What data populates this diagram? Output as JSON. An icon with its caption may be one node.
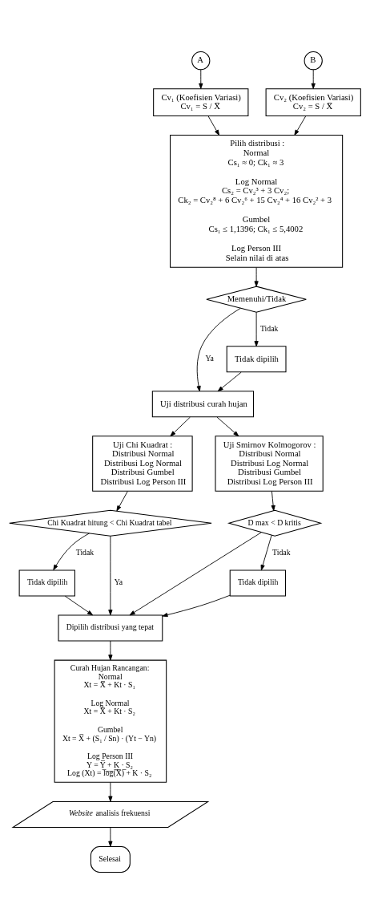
{
  "diagram": {
    "nodes": [
      {
        "text": [
          "A"
        ]
      },
      {
        "text": [
          "B"
        ]
      },
      {
        "text": [
          "Cv₁ (Koefisien Variasi)",
          "Cv₁ = S / X̅"
        ]
      },
      {
        "text": [
          "Cv₂ (Koefisien Variasi)",
          "Cv₂ = S / X̅"
        ]
      },
      {
        "text": [
          "Pilih distribusi :",
          "Normal",
          "Cs₁ ≈ 0; Ck₁ ≈ 3",
          "Log Normal",
          "Cs₂ = Cv₂³ + 3 Cv₂;",
          "Ck₂ = Cv₂⁸ + 6 Cv₂⁶ + 15 Cv₂⁴ + 16 Cv₂² + 3",
          "Gumbel",
          "Cs₁ ≤ 1,1396; Ck₁ ≤ 5,4002",
          "Log Person III",
          "Selain nilai di atas"
        ]
      },
      {
        "text": [
          "Memenuhi/Tidak"
        ]
      },
      {
        "text": [
          "Tidak dipilih"
        ]
      },
      {
        "text": [
          "Uji distribusi curah hujan"
        ]
      },
      {
        "text": [
          "Uji Chi Kuadrat :",
          "Distribusi Normal",
          "Distribusi Log Normal",
          "Distribusi Gumbel",
          "Distribusi Log Person III"
        ]
      },
      {
        "text": [
          "Uji Smirnov Kolmogorov :",
          "Distribusi Normal",
          "Distribusi Log Normal",
          "Distribusi Gumbel",
          "Distribusi Log Person III"
        ]
      },
      {
        "text": [
          "Chi Kuadrat hitung < Chi Kuadrat tabel"
        ]
      },
      {
        "text": [
          "D max < D kritis"
        ]
      },
      {
        "text": [
          "Tidak dipilih"
        ]
      },
      {
        "text": [
          "Tidak dipilih"
        ]
      },
      {
        "text": [
          "Dipilih distribusi yang tepat"
        ]
      },
      {
        "text": [
          "Curah Hujan Rancangan:",
          "Normal",
          "Xt = X̅ + Kt · S₁",
          "Log Normal",
          "Xt = X̅ + Kt · S₂",
          "Gumbel",
          "Xt = X̅ + (S₁ / Sn) · (Yt − Yn)",
          "Log Person III",
          "Y = Y̅ + K · S₂",
          "Log (Xt) = l̅o̅g̅(̅X̅)̅ + K · S₂"
        ]
      },
      {
        "text": [
          "*Website* analisis frekuensi"
        ]
      },
      {
        "text": [
          "Selesai"
        ]
      }
    ],
    "edges": [
      {
        "from": 0,
        "to": 2,
        "arrow": "to"
      },
      {
        "from": 1,
        "to": 3,
        "arrow": "to"
      },
      {
        "from": 2,
        "to": 4,
        "arrow": "to"
      },
      {
        "from": 3,
        "to": 4,
        "arrow": "to"
      },
      {
        "from": 4,
        "to": 5,
        "arrow": "to"
      },
      {
        "from": 5,
        "to": 7,
        "arrow": "to",
        "label": "Ya"
      },
      {
        "from": 5,
        "to": 6,
        "arrow": "to",
        "label": "Tidak"
      },
      {
        "from": 6,
        "to": 7,
        "arrow": "to"
      },
      {
        "from": 7,
        "to": 8,
        "arrow": "to"
      },
      {
        "from": 7,
        "to": 9,
        "arrow": "to"
      },
      {
        "from": 8,
        "to": 10,
        "arrow": "to"
      },
      {
        "from": 9,
        "to": 11,
        "arrow": "to"
      },
      {
        "from": 10,
        "to": 12,
        "arrow": "to",
        "label": "Tidak"
      },
      {
        "from": 10,
        "to": 14,
        "arrow": "to",
        "label": "Ya"
      },
      {
        "from": 11,
        "to": 14,
        "arrow": "to"
      },
      {
        "from": 11,
        "to": 13,
        "arrow": "to",
        "label": "Tidak"
      },
      {
        "from": 12,
        "to": 14,
        "arrow": "to"
      },
      {
        "from": 13,
        "to": 14,
        "arrow": "to"
      },
      {
        "from": 14,
        "to": 15,
        "arrow": "to"
      },
      {
        "from": 15,
        "to": 16,
        "arrow": "to"
      },
      {
        "from": 16,
        "to": 17,
        "arrow": "to"
      }
    ]
  }
}
